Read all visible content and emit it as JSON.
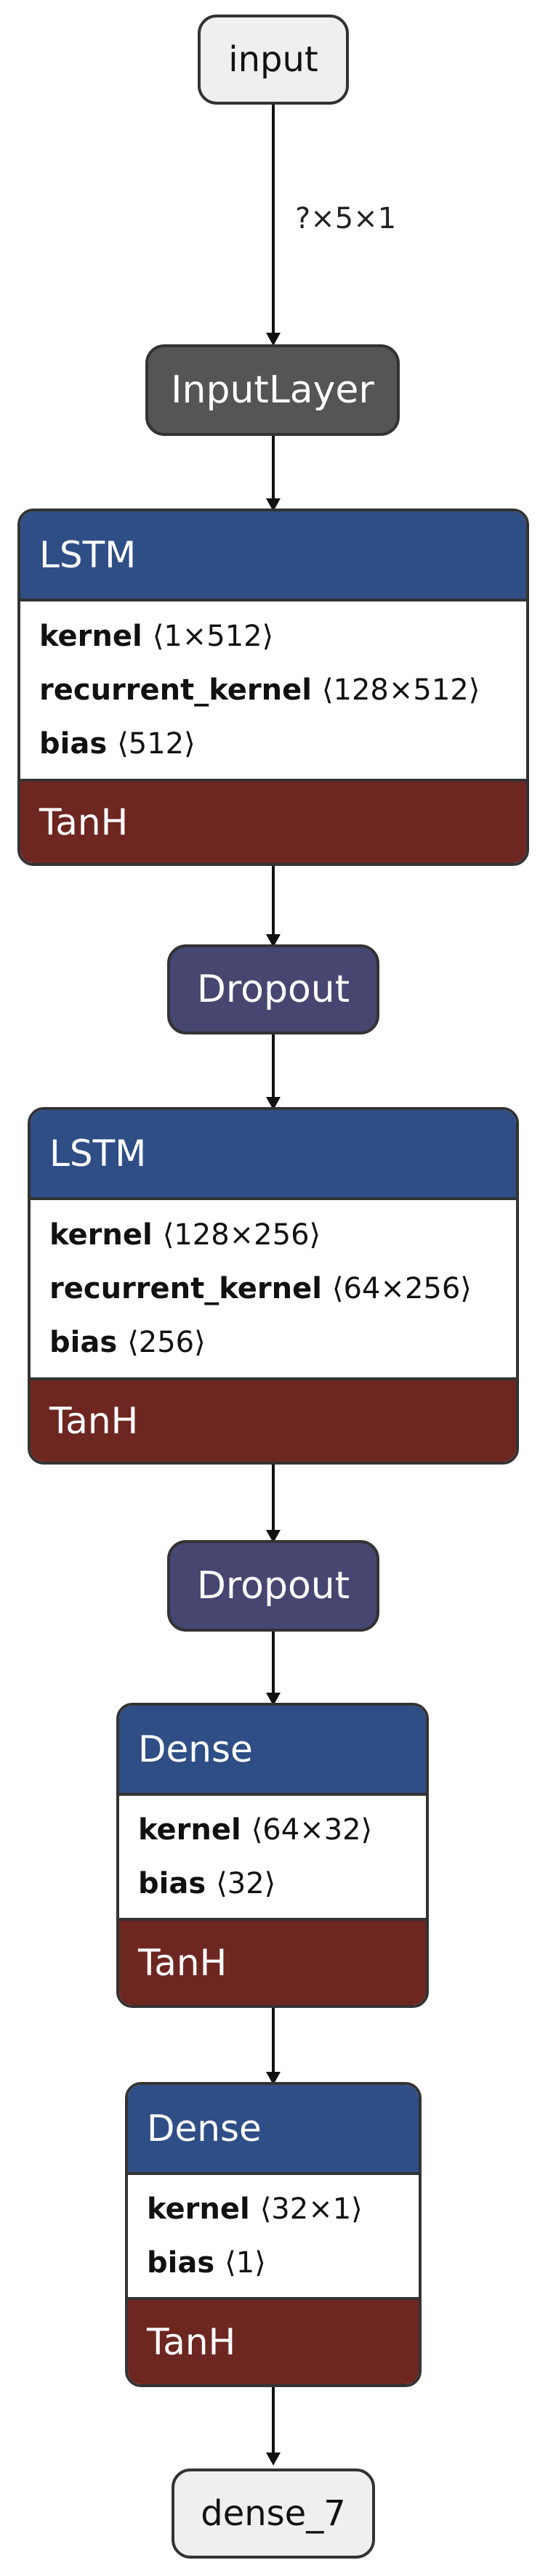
{
  "colors": {
    "io_fill": "#efefef",
    "input_layer_fill": "#555555",
    "dropout_fill": "#474671",
    "layer_header_fill": "#2f4e86",
    "activation_fill": "#6e2621",
    "edge_color": "#111111"
  },
  "input_node": {
    "label": "input"
  },
  "input_edge": {
    "label": "?×5×1"
  },
  "input_layer": {
    "label": "InputLayer"
  },
  "lstm_1": {
    "title": "LSTM",
    "attrs": [
      {
        "name": "kernel",
        "value": "⟨1×512⟩"
      },
      {
        "name": "recurrent_kernel",
        "value": "⟨128×512⟩"
      },
      {
        "name": "bias",
        "value": "⟨512⟩"
      }
    ],
    "activation": "TanH"
  },
  "dropout_1": {
    "label": "Dropout"
  },
  "lstm_2": {
    "title": "LSTM",
    "attrs": [
      {
        "name": "kernel",
        "value": "⟨128×256⟩"
      },
      {
        "name": "recurrent_kernel",
        "value": "⟨64×256⟩"
      },
      {
        "name": "bias",
        "value": "⟨256⟩"
      }
    ],
    "activation": "TanH"
  },
  "dropout_2": {
    "label": "Dropout"
  },
  "dense_1": {
    "title": "Dense",
    "attrs": [
      {
        "name": "kernel",
        "value": "⟨64×32⟩"
      },
      {
        "name": "bias",
        "value": "⟨32⟩"
      }
    ],
    "activation": "TanH"
  },
  "dense_2": {
    "title": "Dense",
    "attrs": [
      {
        "name": "kernel",
        "value": "⟨32×1⟩"
      },
      {
        "name": "bias",
        "value": "⟨1⟩"
      }
    ],
    "activation": "TanH"
  },
  "output_node": {
    "label": "dense_7"
  }
}
